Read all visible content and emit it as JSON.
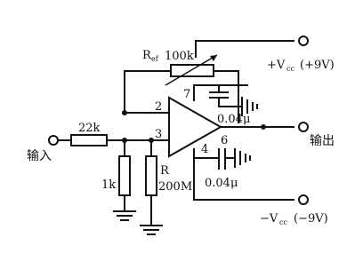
{
  "labels": {
    "rf_label": "R",
    "rf_sub": "ef",
    "rf_value": "100k",
    "vcc_pos": "+V",
    "vcc_pos_sub": "cc",
    "vcc_pos_val": "(+9V)",
    "vcc_neg": "−V",
    "vcc_neg_sub": "cc",
    "vcc_neg_val": "(−9V)",
    "pin2": "2",
    "pin3": "3",
    "pin4": "4",
    "pin6": "6",
    "pin7": "7",
    "r_in": "22k",
    "r_1k": "1k",
    "r_r": "R",
    "r_r_val": "200M",
    "cap_top": "0.04μ",
    "cap_bottom": "0.04μ",
    "input": "输入",
    "output": "输出"
  }
}
